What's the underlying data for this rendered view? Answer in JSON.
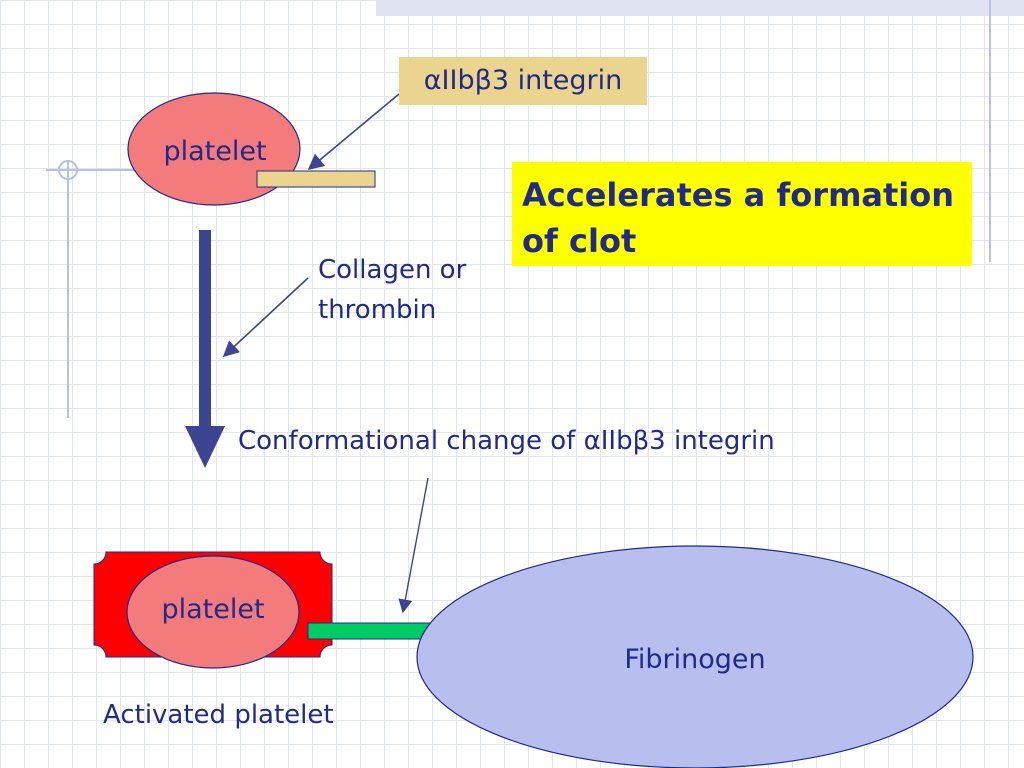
{
  "nodes": {
    "platelet_top": "platelet",
    "platelet_bottom": "platelet",
    "fibrinogen": "Fibrinogen"
  },
  "labels": {
    "integrin": "αIIbβ3 integrin",
    "callout": "Accelerates a formation of clot",
    "agonist": "Collagen or thrombin",
    "conformational": "Conformational change of αIIbβ3 integrin",
    "activated": "Activated platelet"
  },
  "colors": {
    "text": "#1f2a8a",
    "platelet_fill": "#f47b7b",
    "integrin_fill": "#ebd58e",
    "activated_frame": "#ff0000",
    "integrin_active_fill": "#00cc66",
    "fibrinogen_fill": "#b8bfee",
    "callout_fill": "#ffff00",
    "arrow": "#3b4590"
  }
}
